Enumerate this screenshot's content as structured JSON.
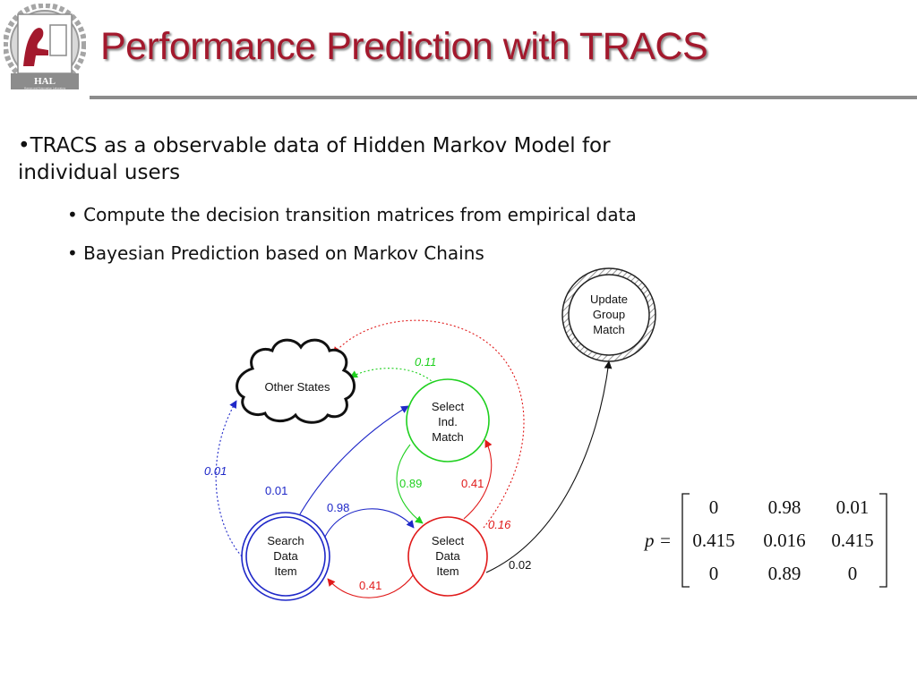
{
  "title": "Performance Prediction with TRACS",
  "logo": {
    "text": "HAL",
    "subtitle": "Human and Automation Laboratory"
  },
  "bullets": {
    "main_line1": "•TRACS as a observable data of Hidden Markov Model for",
    "main_line2": "individual users",
    "sub1": "• Compute the decision transition matrices from empirical data",
    "sub2": "• Bayesian Prediction based on Markov Chains"
  },
  "diagram": {
    "nodes": {
      "update": [
        "Update",
        "Group",
        "Match"
      ],
      "other": [
        "Other States"
      ],
      "select_ind": [
        "Select",
        "Ind.",
        "Match"
      ],
      "search": [
        "Search",
        "Data",
        "Item"
      ],
      "select_data": [
        "Select",
        "Data",
        "Item"
      ]
    },
    "edges": {
      "search_to_other": "0.01",
      "search_to_select_ind": "0.01",
      "search_to_select_data": "0.98",
      "select_data_to_search": "0.41",
      "select_ind_to_select_data": "0.89",
      "select_data_to_select_ind": "0.41",
      "select_ind_to_other": "0.11",
      "select_data_to_other": "0.16",
      "select_data_to_update": "0.02"
    },
    "colors": {
      "blue": "#1f28c8",
      "green": "#1fd01f",
      "red": "#e01a1a",
      "black": "#111111"
    }
  },
  "matrix": {
    "lhs": "p =",
    "rows": [
      [
        "0",
        "0.98",
        "0.01"
      ],
      [
        "0.415",
        "0.016",
        "0.415"
      ],
      [
        "0",
        "0.89",
        "0"
      ]
    ]
  }
}
